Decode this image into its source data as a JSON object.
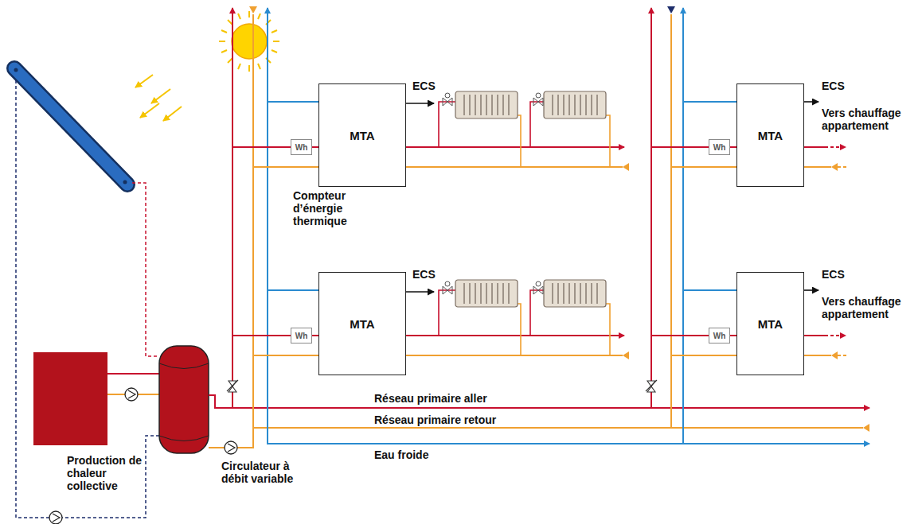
{
  "diagram": {
    "nodes": [
      {
        "text": [
          "MTA"
        ]
      },
      {
        "text": [
          "Wh"
        ]
      },
      {
        "text": [
          "MTA"
        ]
      },
      {
        "text": [
          "Wh"
        ]
      },
      {
        "text": [
          "MTA"
        ]
      },
      {
        "text": [
          "Wh"
        ]
      },
      {
        "text": [
          "MTA"
        ]
      },
      {
        "text": [
          "Wh"
        ]
      },
      {
        "text": [
          "Production de chaleur collective"
        ]
      }
    ],
    "edges": [
      {
        "from": 1,
        "to": 0,
        "arrow": "none"
      },
      {
        "from": 3,
        "to": 2,
        "arrow": "none"
      },
      {
        "from": 5,
        "to": 4,
        "arrow": "none"
      },
      {
        "from": 7,
        "to": 6,
        "arrow": "none"
      }
    ],
    "labels": [
      "ECS",
      "Compteur d’énergie thermique",
      "ECS",
      "ECS",
      "Vers chauffage appartement",
      "ECS",
      "Vers chauffage appartement",
      "Réseau primaire aller",
      "Réseau primaire retour",
      "Circulateur à débit variable",
      "Eau froide"
    ]
  }
}
